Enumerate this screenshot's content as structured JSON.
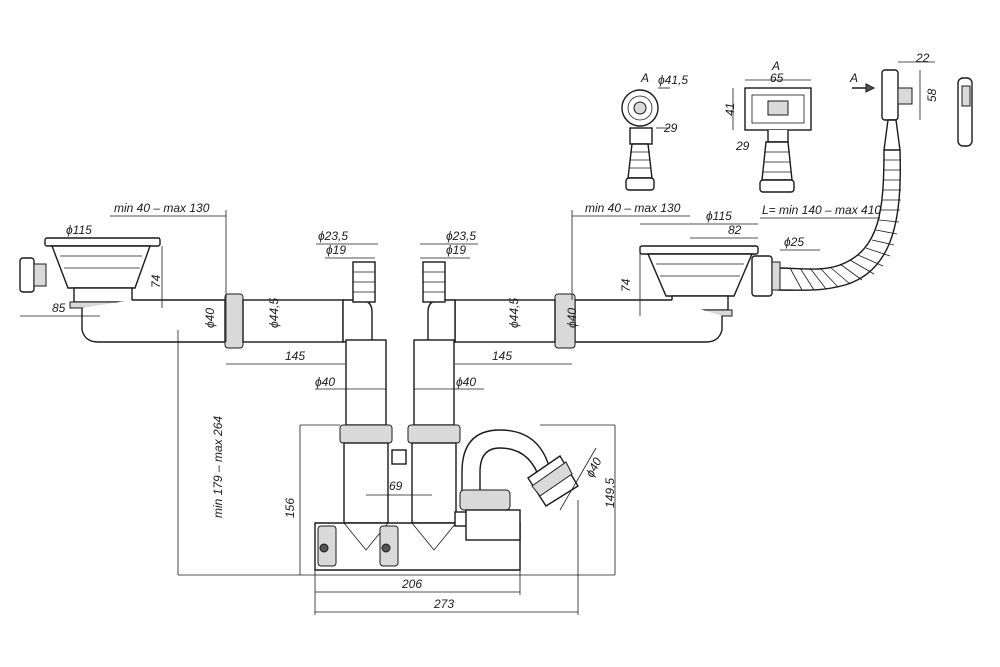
{
  "labels": {
    "view_a_1": "A",
    "view_a_2": "A",
    "view_a_arrow": "A",
    "d41_5": "ϕ41,5",
    "d29_view1": "29",
    "d65": "65",
    "d41": "41",
    "d29_view2": "29",
    "d22": "22",
    "d58": "58",
    "min_max_left": "min 40 – max 130",
    "min_max_right": "min 40 – max 130",
    "d115_left": "ϕ115",
    "d115_right": "ϕ115",
    "d82": "82",
    "d25": "ϕ25",
    "hose_length": "L= min 140 – max 410",
    "d74_left": "74",
    "d74_right": "74",
    "d85": "85",
    "d40_left": "ϕ40",
    "d40_right": "ϕ40",
    "d44_5_left": "ϕ44,5",
    "d44_5_right": "ϕ44,5",
    "d145_left": "145",
    "d145_right": "145",
    "d23_5_left": "ϕ23,5",
    "d23_5_right": "ϕ23,5",
    "d19_left": "ϕ19",
    "d19_right": "ϕ19",
    "d40_mid_left": "ϕ40",
    "d40_mid_right": "ϕ40",
    "d69": "69",
    "d156": "156",
    "height_range": "min 179 – max 264",
    "d40_trap": "ϕ40",
    "d149_5": "149,5",
    "d206": "206",
    "d273": "273"
  }
}
